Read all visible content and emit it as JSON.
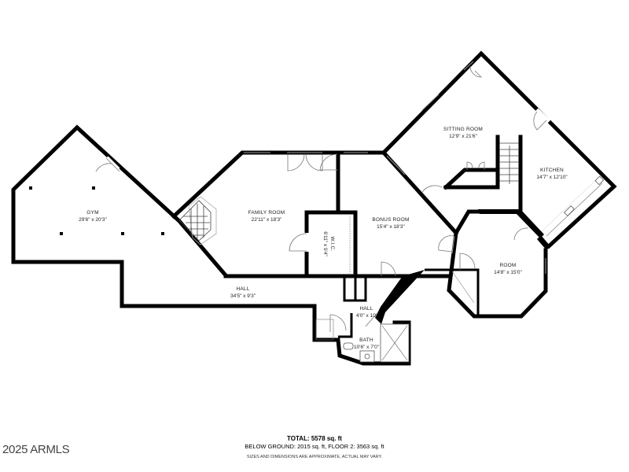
{
  "rooms": {
    "gym": {
      "name": "GYM",
      "dims": "29'6\" x 20'3\""
    },
    "family_room": {
      "name": "FAMILY ROOM",
      "dims": "22'11\" x 18'3\""
    },
    "wic": {
      "name": "W.I.C.",
      "dims": "6'11\" x 9'4\""
    },
    "bonus_room": {
      "name": "BONUS ROOM",
      "dims": "15'4\" x 18'3\""
    },
    "sitting_room": {
      "name": "SITTING ROOM",
      "dims": "12'9\" x 21'6\""
    },
    "kitchen": {
      "name": "KITCHEN",
      "dims": "14'7\" x 12'10\""
    },
    "room": {
      "name": "ROOM",
      "dims": "14'8\" x 15'0\""
    },
    "hall_main": {
      "name": "HALL",
      "dims": "34'5\" x 9'3\""
    },
    "hall_small": {
      "name": "HALL",
      "dims": "4'0\" x 10'"
    },
    "bath": {
      "name": "BATH",
      "dims": "10'6\" x 7'0\""
    }
  },
  "footer": {
    "total": "TOTAL: 5578 sq. ft",
    "breakdown": "BELOW GROUND: 2015 sq. ft, FLOOR 2: 3563 sq. ft",
    "disclaimer": "SIZES AND DIMENSIONS ARE APPROXIMATE, ACTUAL MAY VARY."
  },
  "watermark": "2025 ARMLS",
  "colors": {
    "wall": "#000000",
    "background": "#ffffff",
    "text": "#222222"
  }
}
